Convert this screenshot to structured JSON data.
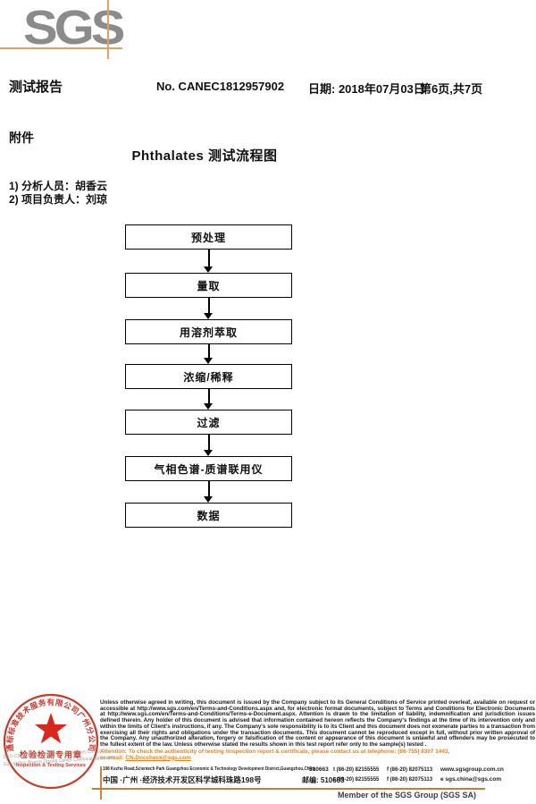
{
  "page": {
    "logo_text": "SGS",
    "report_title": "测试报告",
    "report_no": "No. CANEC1812957902",
    "date_label": "日期: 2018年07月03日",
    "page_info": "第6页,共7页",
    "attachment_label": "附件"
  },
  "flowchart": {
    "title": "Phthalates 测试流程图",
    "personnel": [
      "1) 分析人员：胡香云",
      "2) 项目负责人：刘琼"
    ],
    "steps": [
      "预处理",
      "量取",
      "用溶剂萃取",
      "浓缩/稀释",
      "过滤",
      "气相色谱-质谱联用仪",
      "数据"
    ]
  },
  "stamp": {
    "ring_text": "通标标准技术服务有限公司广州分公司",
    "seal_title": "检验检测专用章",
    "seal_subtitle": "Inspection & Testing Services",
    "company_en_line1": "SGS-CSTC Standards Technical Services Co., Ltd.",
    "company_en_line2": "Guangzhou Branch Testing Center Chemical Laboratory."
  },
  "footer": {
    "disclaimer": "Unless otherwise agreed in writing, this document is issued by the Company subject to its General Conditions of Service printed overleaf, available on request or accessible at http://www.sgs.com/en/Terms-and-Conditions.aspx and, for electronic format documents, subject to Terms and Conditions for Electronic Documents at http://www.sgs.com/en/Terms-and-Conditions/Terms-e-Document.aspx. Attention is drawn to the limitation of liability, indemnification and jurisdiction issues defined therein. Any holder of this document is advised that information contained hereon reflects the Company's findings at the time of its intervention only and within the limits of Client's instructions, if any. The Company's sole responsibility is to its Client and this document does not exonerate parties to a transaction from exercising all their rights and obligations under the transaction documents. This document cannot be reproduced except in full, without prior written approval of the Company. Any unauthorized alteration, forgery or falsification of the content or appearance of this document is unlawful and offenders may be prosecuted to the fullest extent of the law. Unless otherwise stated the results shown in this test report refer only to the sample(s) tested .",
    "attention_line1": "Attention: To check the authenticity of testing /inspection report & certificate, please contact us at telephone: (86-755) 8307 1443,",
    "attention_line2_label": "or email: ",
    "attention_email": "CN.Doccheck@sgs.com",
    "address_en": "198 Kezhu Road,Scientech Park Guangzhou Economic & Technology Development District,Guangzhou,China",
    "address_en_zip": "510663",
    "tel": "t (86-20) 82155555",
    "fax": "f (86-20) 82075113",
    "website": "www.sgsgroup.com.cn",
    "address_cn": "中国 ·广州 ·经济技术开发区科学城科珠路198号",
    "address_cn_zip": "邮编: 510663",
    "email": "e  sgs.china@sgs.com",
    "member_text": "Member of the SGS Group (SGS SA)"
  },
  "colors": {
    "accent_orange": "#dfa06a",
    "footer_orange": "#e8821e",
    "stamp_red": "#c5372c",
    "logo_gray": "#8b8b8b"
  }
}
